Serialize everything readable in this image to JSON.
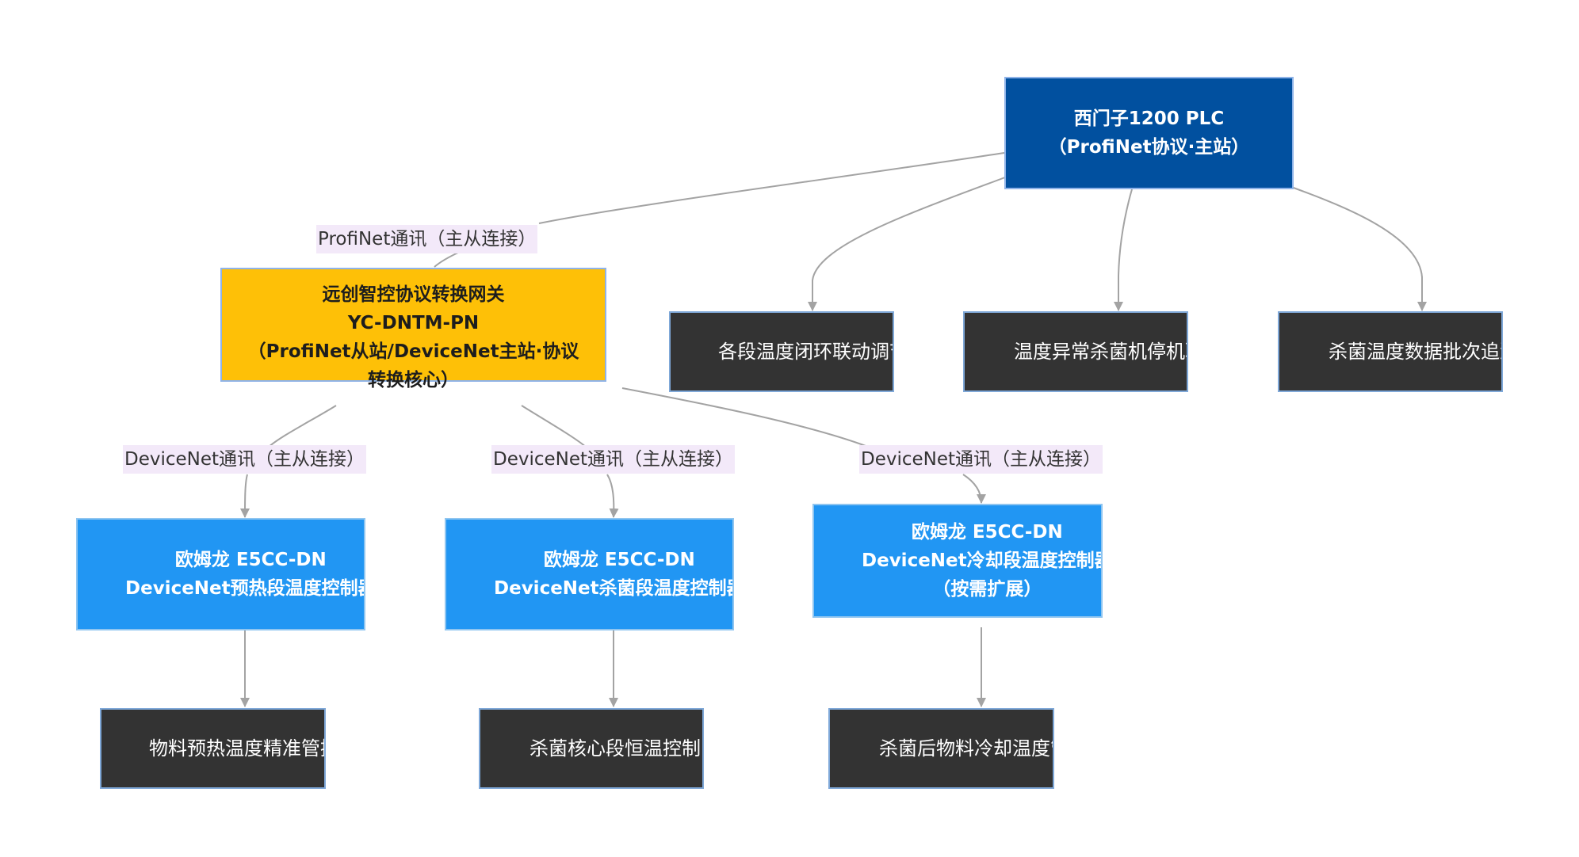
{
  "nodes": {
    "plc": {
      "line1": "西门子1200 PLC",
      "line2": "（ProfiNet协议·主站）"
    },
    "gateway": {
      "line1": "远创智控协议转换网关",
      "line2": "YC-DNTM-PN",
      "line3": "（ProfiNet从站/DeviceNet主站·协议",
      "line4": "转换核心）"
    },
    "ctrl_preheat": {
      "line1": "欧姆龙 E5CC-DN",
      "line2": "DeviceNet预热段温度控制器"
    },
    "ctrl_sterilize": {
      "line1": "欧姆龙 E5CC-DN",
      "line2": "DeviceNet杀菌段温度控制器"
    },
    "ctrl_cooling": {
      "line1": "欧姆龙 E5CC-DN",
      "line2": "DeviceNet冷却段温度控制器",
      "line3": "（按需扩展）"
    },
    "func_linkage": "各段温度闭环联动调节",
    "func_alarm": "温度异常杀菌机停机联锁",
    "func_trace": "杀菌温度数据批次追溯",
    "func_preheat": "物料预热温度精准管控",
    "func_core": "杀菌核心段恒温控制",
    "func_cooling": "杀菌后物料冷却温度管控"
  },
  "edge_labels": {
    "plc_gateway": "ProfiNet通讯（主从连接）",
    "gateway_preheat": "DeviceNet通讯（主从连接）",
    "gateway_sterilize": "DeviceNet通讯（主从连接）",
    "gateway_cooling": "DeviceNet通讯（主从连接）"
  },
  "colors": {
    "plc_fill": "#01509f",
    "gateway_fill": "#fec007",
    "controller_fill": "#2196f3",
    "function_fill": "#333333",
    "edge_stroke": "#a3a3a3",
    "edge_label_bg": "#f3e9f9"
  }
}
